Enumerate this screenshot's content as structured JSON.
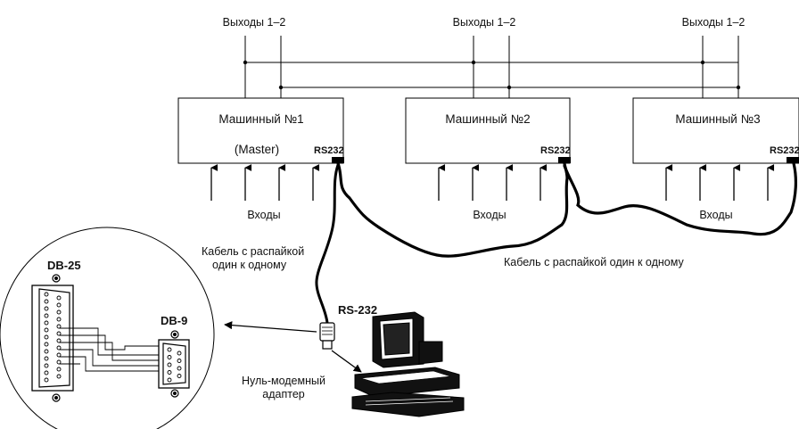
{
  "outputs": [
    "Выходы 1–2",
    "Выходы 1–2",
    "Выходы 1–2"
  ],
  "machines": [
    {
      "title": "Машинный №1",
      "role": "(Master)",
      "port": "RS232",
      "inputs_label": "Входы"
    },
    {
      "title": "Машинный №2",
      "role": "",
      "port": "RS232",
      "inputs_label": "Входы"
    },
    {
      "title": "Машинный №3",
      "role": "",
      "port": "RS232",
      "inputs_label": "Входы"
    }
  ],
  "cable_pc_label_line1": "Кабель с распайкой",
  "cable_pc_label_line2": "один к одному",
  "cable_chain_label": "Кабель с распайкой один к одному",
  "pc_port_label": "RS-232",
  "adapter_label_line1": "Нуль-модемный",
  "adapter_label_line2": "адаптер",
  "db25_label": "DB-25",
  "db9_label": "DB-9",
  "colors": {
    "line": "#000000",
    "background": "#ffffff"
  },
  "icons": [
    "computer-icon",
    "null-modem-adapter-icon",
    "db25-connector-icon",
    "db9-connector-icon"
  ]
}
